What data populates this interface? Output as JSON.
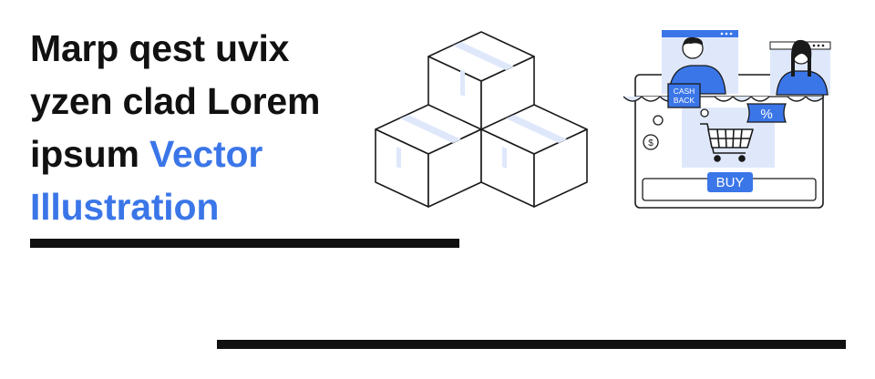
{
  "headline": {
    "line1": "Marp qest uvix",
    "line2": "yzen clad Lorem",
    "line3_plain": "ipsum ",
    "line3_accent": "Vector",
    "line4_accent": "Illustration"
  },
  "shop": {
    "cashback_line1": "CASH",
    "cashback_line2": "BACK",
    "percent": "%",
    "buy_label": "BUY",
    "coin_symbol": "$"
  },
  "colors": {
    "text": "#111111",
    "accent": "#3b76e8",
    "light_blue": "#dfe8fb",
    "stroke": "#1a1a1a"
  },
  "icons": [
    "box-stack-icon",
    "shopping-cart-icon",
    "coin-icon",
    "discount-tag-icon",
    "cashback-sign-icon"
  ]
}
